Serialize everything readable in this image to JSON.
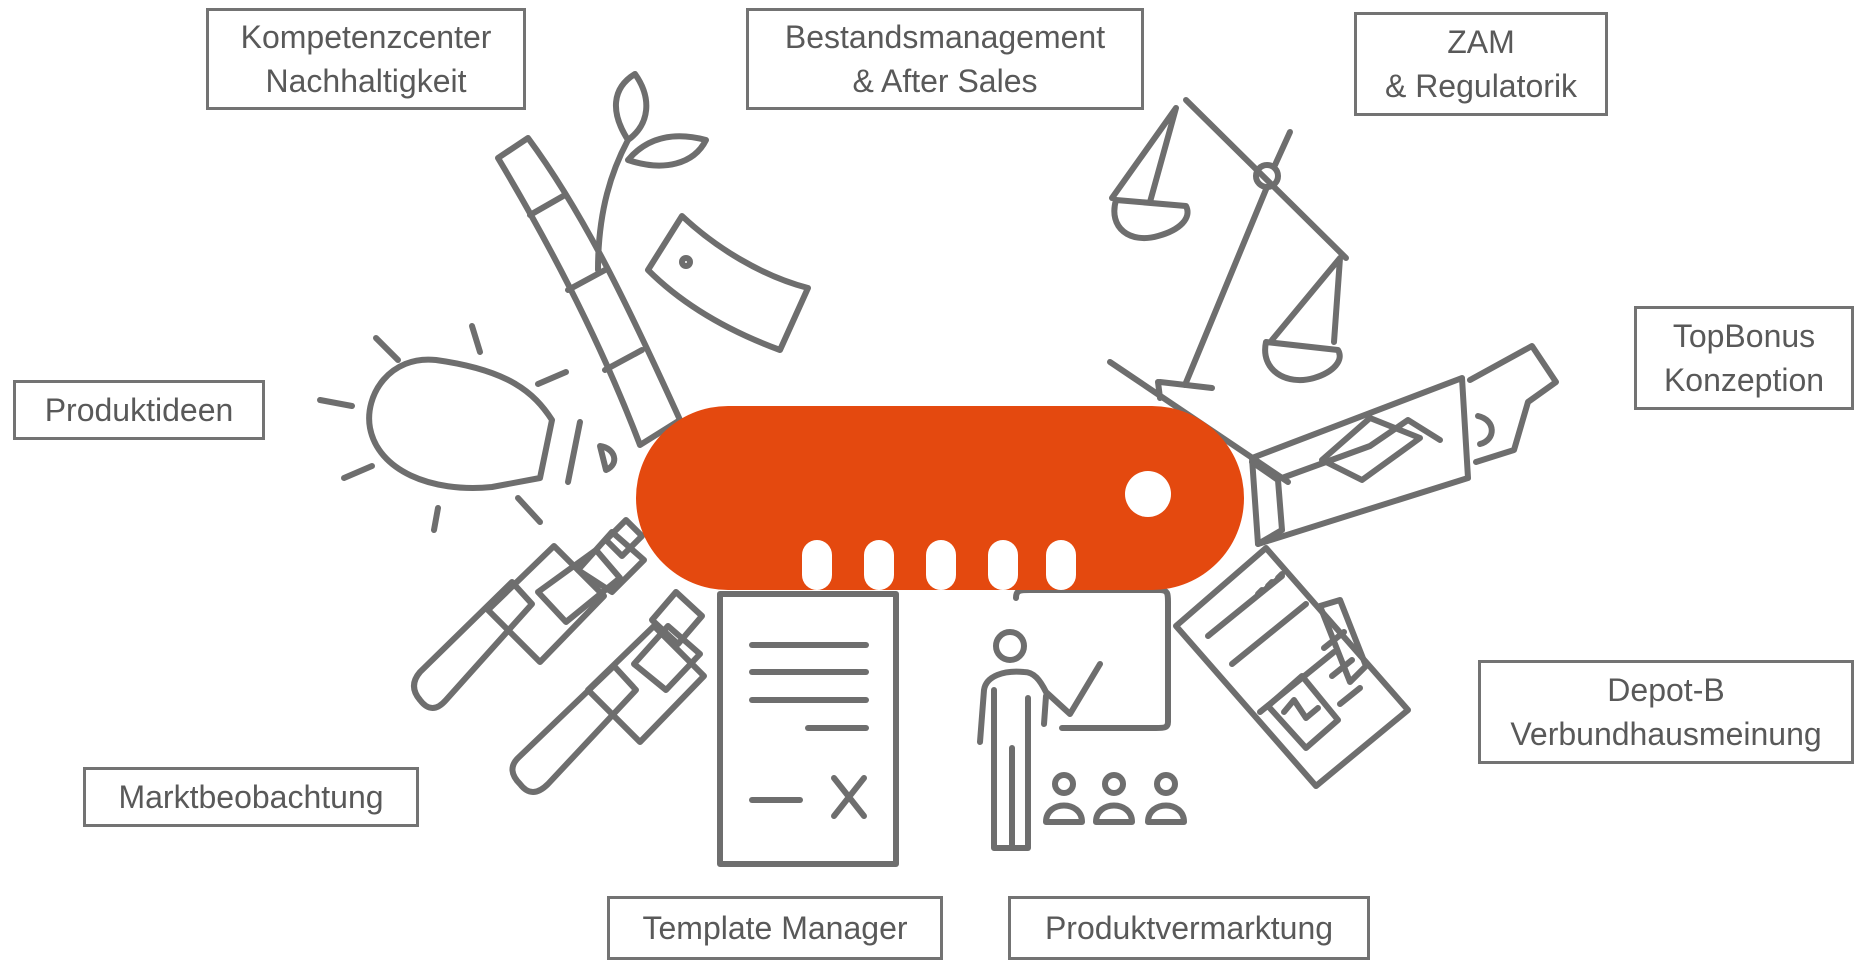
{
  "colors": {
    "accent": "#E4490F",
    "line": "#6E6E6E",
    "text": "#595959"
  },
  "labels": {
    "nachhaltigkeit": [
      "Kompetenzcenter",
      "Nachhaltigkeit"
    ],
    "bestand": [
      "Bestandsmanagement",
      "& After Sales"
    ],
    "zam": [
      "ZAM",
      "& Regulatorik"
    ],
    "produktideen": [
      "Produktideen"
    ],
    "topbonus": [
      "TopBonus",
      "Konzeption"
    ],
    "marktbeobachtung": [
      "Marktbeobachtung"
    ],
    "depot": [
      "Depot-B",
      "Verbundhausmeinung"
    ],
    "template": [
      "Template Manager"
    ],
    "vermarktung": [
      "Produktvermarktung"
    ]
  },
  "icons": [
    "plant-icon",
    "price-tag-icon",
    "light-bulb-icon",
    "scales-icon",
    "ticket-icon",
    "binoculars-icon",
    "document-icon",
    "presentation-icon",
    "checklist-icon"
  ]
}
